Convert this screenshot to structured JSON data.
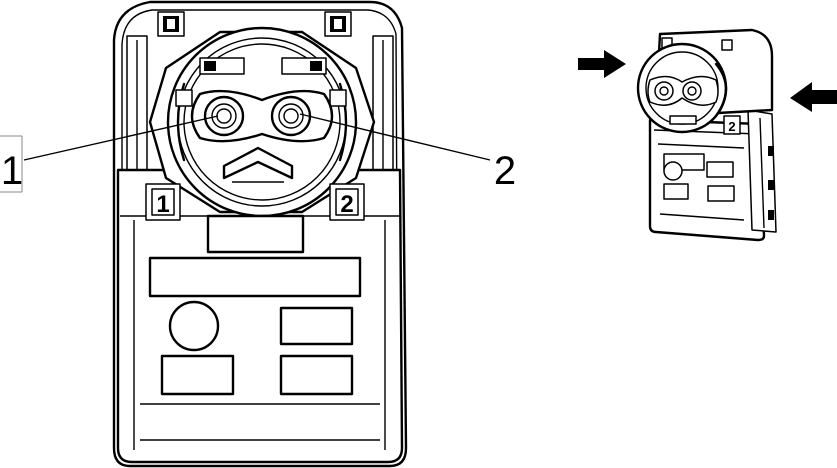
{
  "callouts": [
    {
      "id": "1",
      "text": "1"
    },
    {
      "id": "2",
      "text": "2"
    }
  ],
  "terminal_labels": [
    {
      "id": "1",
      "text": "1"
    },
    {
      "id": "2",
      "text": "2"
    }
  ],
  "thumbnail_terminal_label": "2",
  "colors": {
    "line": "#000000",
    "background": "#ffffff"
  }
}
